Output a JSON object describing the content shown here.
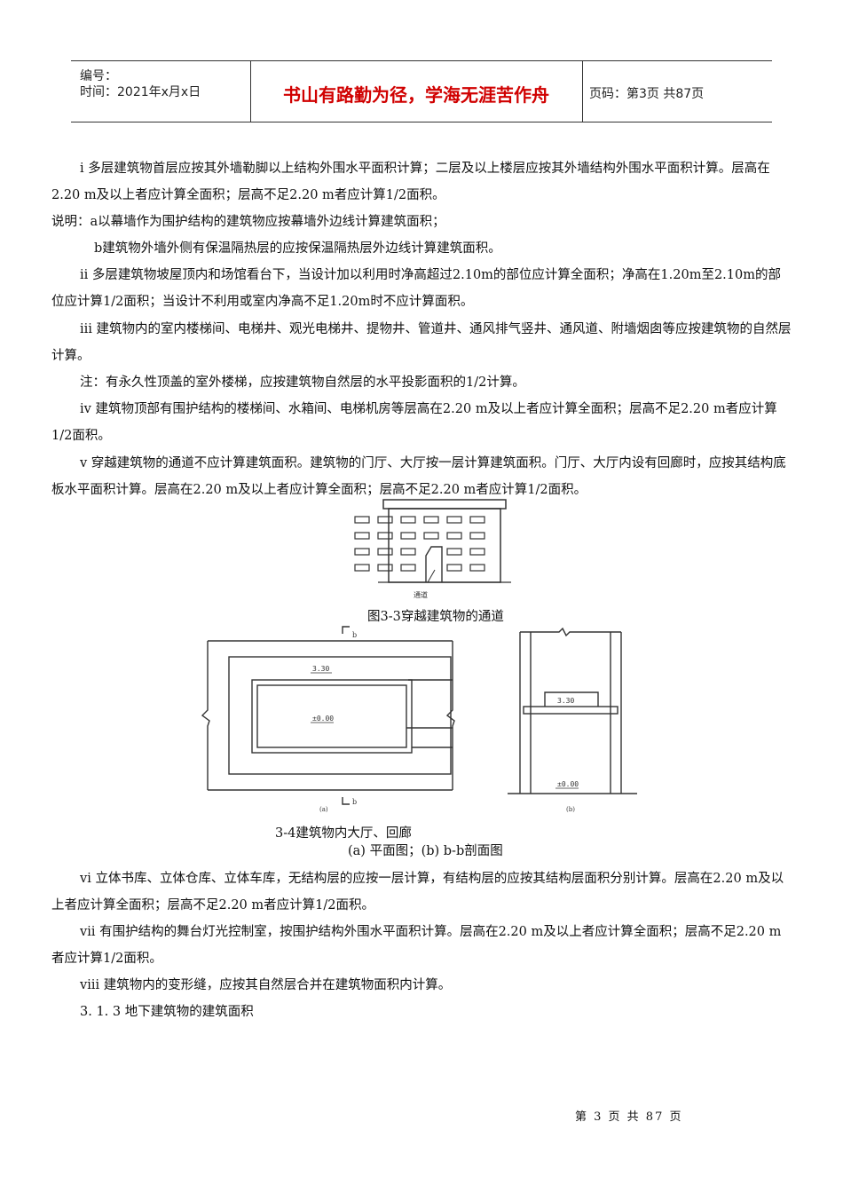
{
  "header": {
    "number_label": "编号：",
    "date_label": "时间：2021年x月x日",
    "motto": "书山有路勤为径，学海无涯苦作舟",
    "page_info": "页码：第3页  共87页"
  },
  "paragraphs": [
    "ⅰ 多层建筑物首层应按其外墙勒脚以上结构外围水平面积计算；二层及以上楼层应按其外墙结构外围水平面积计算。层高在2.20 m及以上者应计算全面积；层高不足2.20 m者应计算1/2面积。",
    "说明：a以幕墙作为围护结构的建筑物应按幕墙外边线计算建筑面积；",
    "b建筑物外墙外侧有保温隔热层的应按保温隔热层外边线计算建筑面积。",
    "ⅱ 多层建筑物坡屋顶内和场馆看台下，当设计加以利用时净高超过2.10m的部位应计算全面积；净高在1.20m至2.10m的部位应计算1/2面积；当设计不利用或室内净高不足1.20m时不应计算面积。",
    "ⅲ 建筑物内的室内楼梯间、电梯井、观光电梯井、提物井、管道井、通风排气竖井、通风道、附墙烟囱等应按建筑物的自然层计算。",
    "注：有永久性顶盖的室外楼梯，应按建筑物自然层的水平投影面积的1/2计算。",
    "ⅳ 建筑物顶部有围护结构的楼梯间、水箱间、电梯机房等层高在2.20 m及以上者应计算全面积；层高不足2.20 m者应计算1/2面积。",
    "ⅴ 穿越建筑物的通道不应计算建筑面积。建筑物的门厅、大厅按一层计算建筑面积。门厅、大厅内设有回廊时，应按其结构底板水平面积计算。层高在2.20 m及以上者应计算全面积；层高不足2.20 m者应计算1/2面积。",
    "ⅵ 立体书库、立体仓库、立体车库，无结构层的应按一层计算，有结构层的应按其结构层面积分别计算。层高在2.20 m及以上者应计算全面积；层高不足2.20 m者应计算1/2面积。",
    "ⅶ 有围护结构的舞台灯光控制室，按围护结构外围水平面积计算。层高在2.20 m及以上者应计算全面积；层高不足2.20 m者应计算1/2面积。",
    "ⅷ 建筑物内的变形缝，应按其自然层合并在建筑物面积内计算。",
    "3. 1. 3 地下建筑物的建筑面积"
  ],
  "figure3": {
    "caption": "图3-3穿越建筑物的通道",
    "label_passage": "通道"
  },
  "figure4": {
    "caption_line1": "3-4建筑物内大厅、回廊",
    "caption_line2": "(a)  平面图；(b) b-b剖面图",
    "label_b": "b",
    "label_330": "3.30",
    "label_000": "±0.00",
    "label_a": "(a)",
    "label_bb": "(b)"
  },
  "footer": "第 3 页 共 87 页"
}
